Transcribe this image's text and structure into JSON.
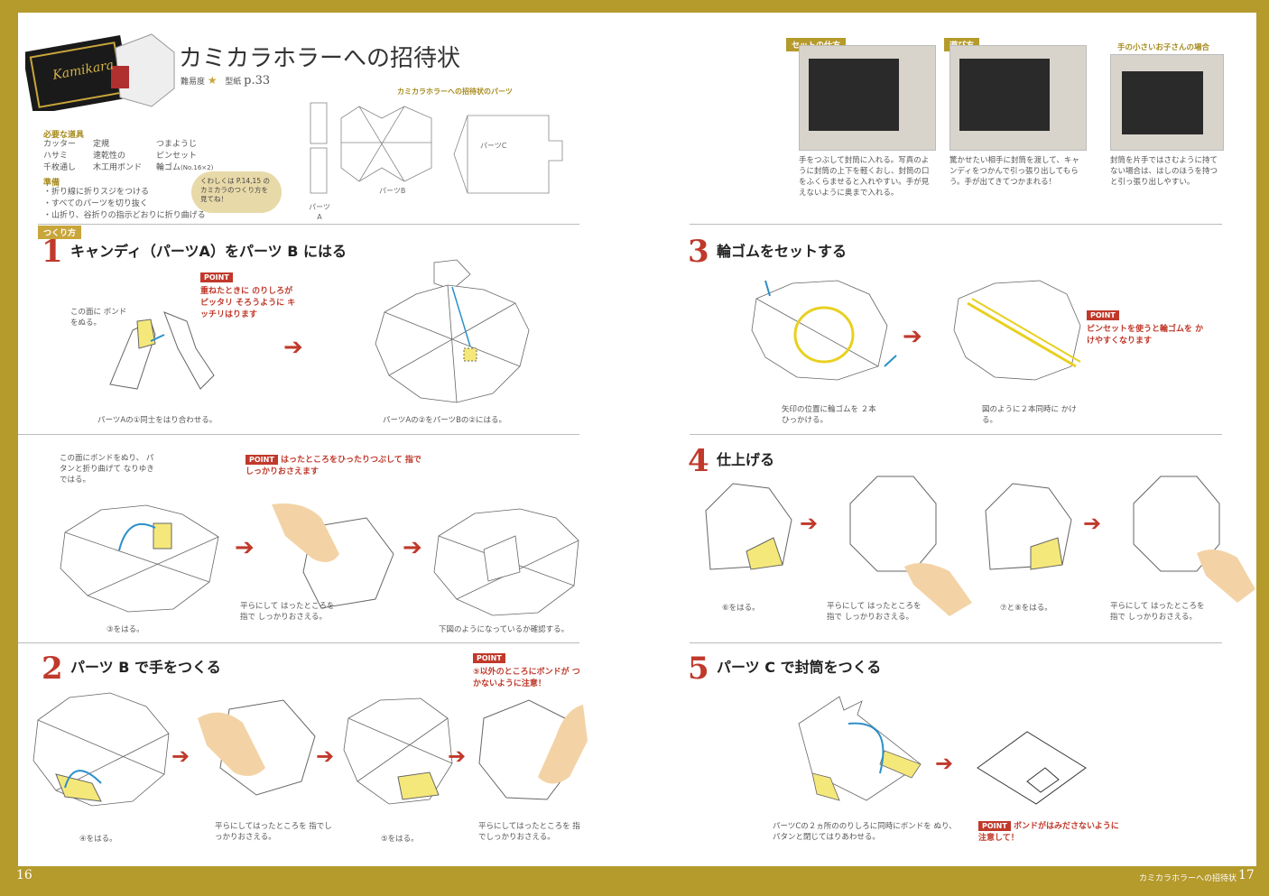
{
  "header": {
    "title": "カミカラホラーへの招待状",
    "difficulty_label": "難易度",
    "difficulty_star": "★",
    "pattern_label": "型紙",
    "pattern_page": "p.33",
    "card_text": "Kamikara"
  },
  "tools": {
    "heading": "必要な道具",
    "items": [
      "カッター",
      "ハサミ",
      "千枚通し",
      "定規",
      "速乾性の",
      "木工用ボンド",
      "つまようじ",
      "ピンセット",
      "輪ゴム"
    ],
    "rubber_note": "(No.16×2)"
  },
  "prep": {
    "heading": "準備",
    "items": [
      "・折り線に折りスジをつける",
      "・すべてのパーツを切り抜く",
      "・山折り、谷折りの指示どおりに折り曲げる"
    ]
  },
  "bubble": "くわしくは P.14,15 の カミカラのつくり方を 見てね！",
  "parts": {
    "heading": "カミカラホラーへの招待状のパーツ",
    "a": "パーツ A",
    "b": "パーツB",
    "c": "パーツC"
  },
  "photos": [
    {
      "tag": "セットの仕方",
      "caption": "手をつぶして封筒に入れる。写真のように封筒の上下を軽くおし、封筒の口をふくらませると入れやすい。手が見えないように奥まで入れる。"
    },
    {
      "tag": "遊び方",
      "caption": "驚かせたい相手に封筒を渡して、キャンディをつかんで引っ張り出してもらう。手が出てきてつかまれる！"
    },
    {
      "tag": "手の小さいお子さんの場合",
      "caption": "封筒を片手ではさむように持てない場合は、はしのほうを持つと引っ張り出しやすい。"
    }
  ],
  "section_tag": "つくり方",
  "steps": {
    "s1": {
      "num": "1",
      "title": "キャンディ（パーツA）をパーツ B にはる"
    },
    "s2": {
      "num": "2",
      "title": "パーツ B で手をつくる"
    },
    "s3": {
      "num": "3",
      "title": "輪ゴムをセットする"
    },
    "s4": {
      "num": "4",
      "title": "仕上げる"
    },
    "s5": {
      "num": "5",
      "title": "パーツ C で封筒をつくる"
    }
  },
  "point_label": "POINT",
  "points": {
    "p1": "重ねたときに のりしろがピッタリ そろうように キッチリはります",
    "p2": "はったところをひったりつぶして 指でしっかりおさえます",
    "p3": "⑤以外のところにボンドが つかないように注意！",
    "p4": "ピンセットを使うと輪ゴムを かけやすくなります",
    "p5": "ボンドがはみださないように 注意して！"
  },
  "captions": {
    "c1a_note": "この面に ボンドをぬる。",
    "c1a": "パーツAの①同士をはり合わせる。",
    "c1b": "パーツAの②をパーツBの②にはる。",
    "c1c_note": "この面にボンドをぬり、 パタンと折り曲げて なりゆきではる。",
    "c1c": "③をはる。",
    "c1d": "平らにして はったところを指で しっかりおさえる。",
    "c1e": "下図のようになっているか確認する。",
    "c2a": "④をはる。",
    "c2b": "平らにしてはったところを 指でしっかりおさえる。",
    "c2c": "⑤をはる。",
    "c2d": "平らにしてはったところを 指でしっかりおさえる。",
    "c3a": "矢印の位置に輪ゴムを ２本ひっかける。",
    "c3b": "図のように２本同時に かける。",
    "c4a": "⑥をはる。",
    "c4b": "平らにして はったところを指で しっかりおさえる。",
    "c4c": "⑦と⑧をはる。",
    "c4d": "平らにして はったところを指で しっかりおさえる。",
    "c5a": "パーツCの２ヵ所ののりしろに同時にボンドを ぬり、パタンと閉じてはりあわせる。"
  },
  "footer": {
    "left": "16",
    "right_label": "カミカラホラーへの招待状",
    "right": "17"
  }
}
